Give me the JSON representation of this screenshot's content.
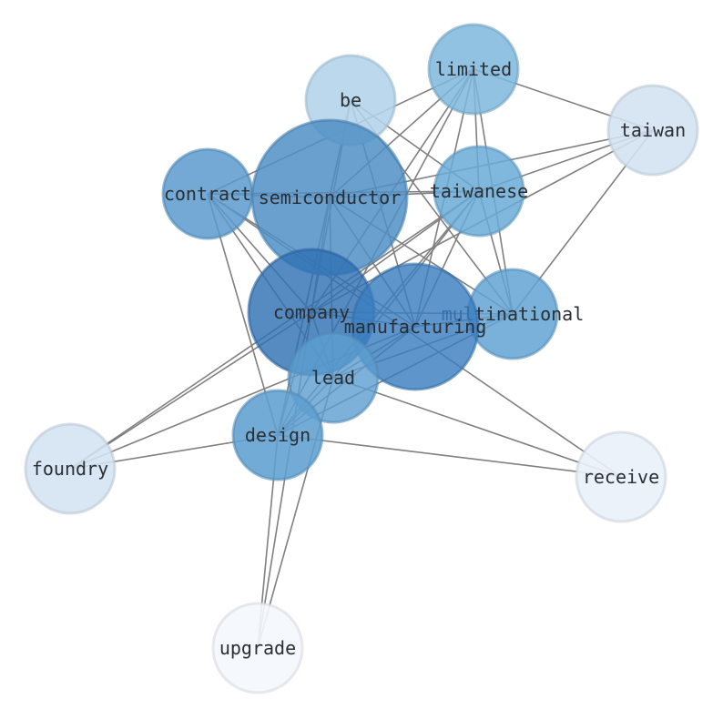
{
  "nodes": [
    {
      "id": "be",
      "label": "be",
      "color": "#b2d3e9",
      "opacity": 0.88
    },
    {
      "id": "limited",
      "label": "limited",
      "color": "#7fb7dc",
      "opacity": 0.85
    },
    {
      "id": "taiwan",
      "label": "taiwan",
      "color": "#d3e3f2",
      "opacity": 0.88
    },
    {
      "id": "semiconductor",
      "label": "semiconductor",
      "color": "#4f8fc6",
      "opacity": 0.85
    },
    {
      "id": "contract",
      "label": "contract",
      "color": "#5a9acd",
      "opacity": 0.85
    },
    {
      "id": "taiwanese",
      "label": "taiwanese",
      "color": "#6aaad6",
      "opacity": 0.85
    },
    {
      "id": "company",
      "label": "company",
      "color": "#2f71b3",
      "opacity": 0.82
    },
    {
      "id": "manufacturing",
      "label": "manufacturing",
      "color": "#3b7ec0",
      "opacity": 0.82
    },
    {
      "id": "multinational",
      "label": "multinational",
      "color": "#62a3d3",
      "opacity": 0.85
    },
    {
      "id": "lead",
      "label": "lead",
      "color": "#5d9ecf",
      "opacity": 0.8
    },
    {
      "id": "design",
      "label": "design",
      "color": "#5f9fd0",
      "opacity": 0.88
    },
    {
      "id": "foundry",
      "label": "foundry",
      "color": "#d4e3f2",
      "opacity": 0.88
    },
    {
      "id": "receive",
      "label": "receive",
      "color": "#e9f1f9",
      "opacity": 0.9
    },
    {
      "id": "upgrade",
      "label": "upgrade",
      "color": "#f4f8fd",
      "opacity": 0.9
    }
  ],
  "edges": [
    [
      "be",
      "semiconductor"
    ],
    [
      "be",
      "taiwanese"
    ],
    [
      "be",
      "company"
    ],
    [
      "be",
      "manufacturing"
    ],
    [
      "be",
      "multinational"
    ],
    [
      "be",
      "design"
    ],
    [
      "limited",
      "contract"
    ],
    [
      "limited",
      "semiconductor"
    ],
    [
      "limited",
      "taiwanese"
    ],
    [
      "limited",
      "taiwan"
    ],
    [
      "limited",
      "company"
    ],
    [
      "limited",
      "manufacturing"
    ],
    [
      "limited",
      "multinational"
    ],
    [
      "limited",
      "design"
    ],
    [
      "taiwan",
      "taiwanese"
    ],
    [
      "taiwan",
      "semiconductor"
    ],
    [
      "taiwan",
      "company"
    ],
    [
      "taiwan",
      "multinational"
    ],
    [
      "semiconductor",
      "taiwanese"
    ],
    [
      "semiconductor",
      "contract"
    ],
    [
      "semiconductor",
      "company"
    ],
    [
      "semiconductor",
      "manufacturing"
    ],
    [
      "semiconductor",
      "multinational"
    ],
    [
      "semiconductor",
      "lead"
    ],
    [
      "semiconductor",
      "design"
    ],
    [
      "contract",
      "company"
    ],
    [
      "contract",
      "manufacturing"
    ],
    [
      "contract",
      "lead"
    ],
    [
      "contract",
      "design"
    ],
    [
      "contract",
      "receive"
    ],
    [
      "contract",
      "taiwanese"
    ],
    [
      "taiwanese",
      "company"
    ],
    [
      "taiwanese",
      "manufacturing"
    ],
    [
      "taiwanese",
      "multinational"
    ],
    [
      "taiwanese",
      "lead"
    ],
    [
      "taiwanese",
      "design"
    ],
    [
      "taiwanese",
      "foundry"
    ],
    [
      "company",
      "manufacturing"
    ],
    [
      "company",
      "design"
    ],
    [
      "company",
      "foundry"
    ],
    [
      "company",
      "lead"
    ],
    [
      "company",
      "multinational"
    ],
    [
      "company",
      "upgrade"
    ],
    [
      "manufacturing",
      "multinational"
    ],
    [
      "manufacturing",
      "lead"
    ],
    [
      "manufacturing",
      "design"
    ],
    [
      "manufacturing",
      "foundry"
    ],
    [
      "multinational",
      "design"
    ],
    [
      "multinational",
      "lead"
    ],
    [
      "lead",
      "design"
    ],
    [
      "lead",
      "receive"
    ],
    [
      "lead",
      "upgrade"
    ],
    [
      "design",
      "foundry"
    ],
    [
      "design",
      "receive"
    ],
    [
      "design",
      "upgrade"
    ]
  ]
}
